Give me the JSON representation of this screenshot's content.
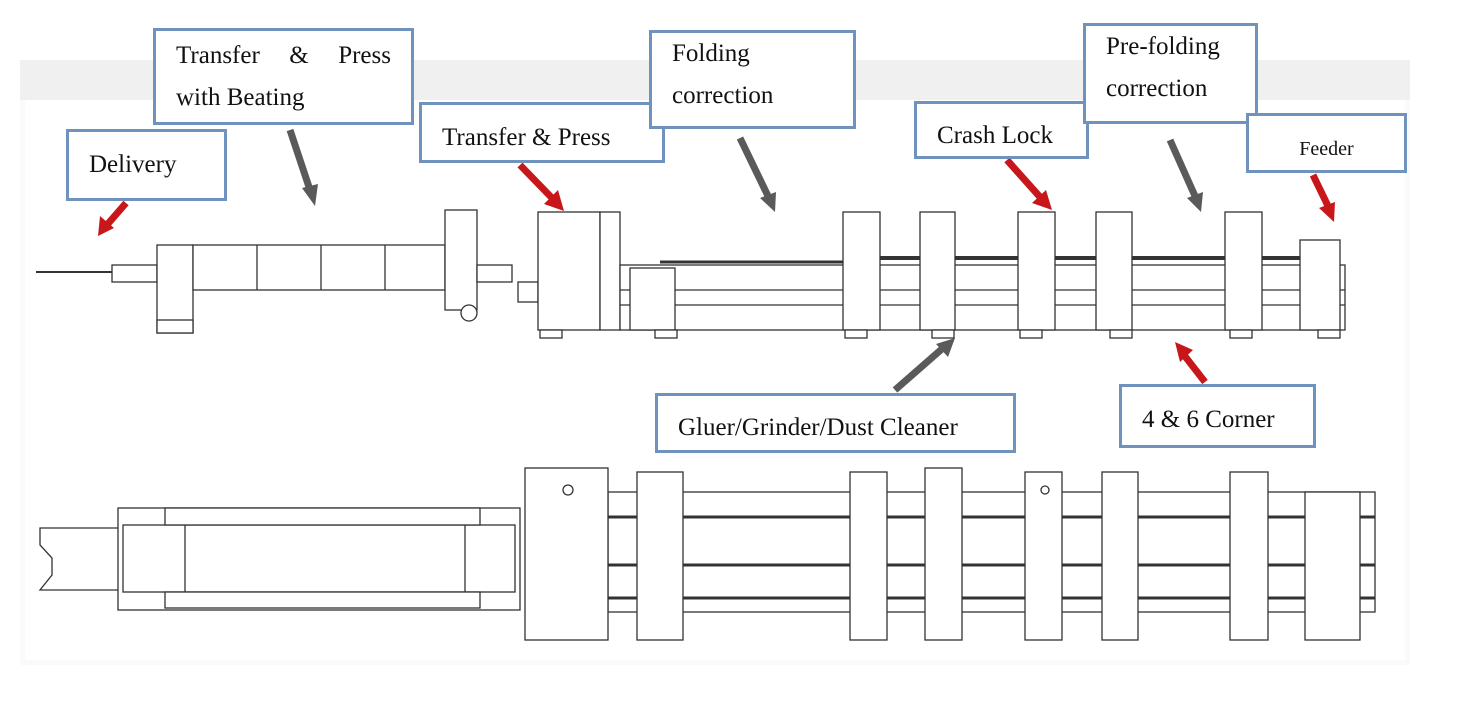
{
  "labels": {
    "transfer_press_beating": {
      "line1": [
        "Transfer",
        "&",
        "Press"
      ],
      "line2": "with Beating"
    },
    "delivery": "Delivery",
    "transfer_press": "Transfer & Press",
    "folding_correction": {
      "line1": "Folding",
      "line2": "correction"
    },
    "crash_lock": "Crash Lock",
    "pre_folding_correction": {
      "line1": "Pre-folding",
      "line2": "correction"
    },
    "feeder": "Feeder",
    "gluer": "Gluer/Grinder/Dust Cleaner",
    "corner": "4 & 6 Corner"
  },
  "colors": {
    "box_border": "#6f93bd",
    "arrow_red": "#c8171b",
    "arrow_gray": "#5a5a5a",
    "line": "#333333"
  }
}
